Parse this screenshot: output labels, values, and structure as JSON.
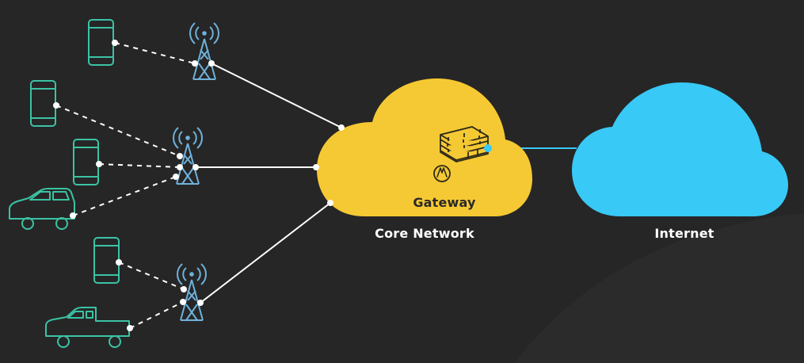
{
  "labels": {
    "gateway": "Gateway",
    "core_network": "Core Network",
    "internet": "Internet"
  },
  "colors": {
    "background": "#262626",
    "device_teal": "#3bc3a4",
    "tower_blue": "#6fb2dc",
    "core_yellow": "#f5c933",
    "internet_blue": "#38c9f6",
    "line_white": "#ffffff",
    "firewall_ink": "#2f2a1a"
  },
  "icons": {
    "devices": [
      "phone-icon",
      "car-icon",
      "pickup-truck-icon"
    ],
    "tower": "cell-tower-icon",
    "firewall": "firewall-icon",
    "cloud": "cloud-icon"
  }
}
